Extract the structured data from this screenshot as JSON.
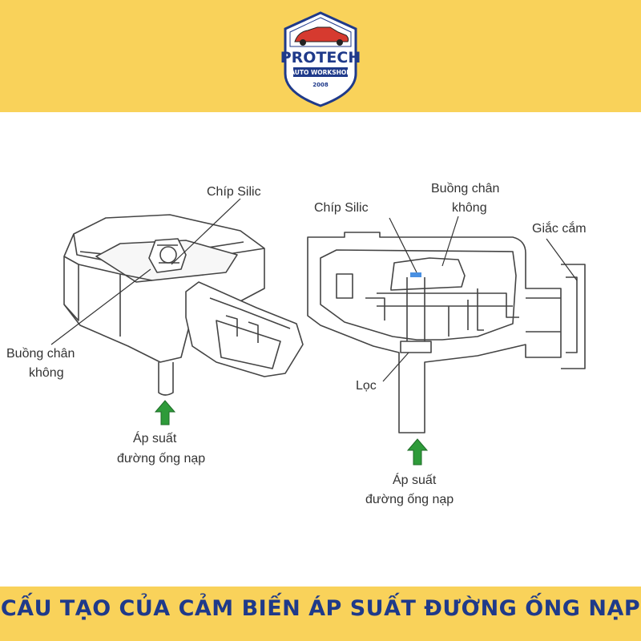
{
  "logo": {
    "title": "PROTECH",
    "subtitle": "AUTO WORKSHOP",
    "year": "2008"
  },
  "left_diagram": {
    "chip_label": "Chíp Silic",
    "chamber_label_line1": "Buồng chân",
    "chamber_label_line2": "không",
    "pressure_label_line1": "Áp suất",
    "pressure_label_line2": "đường ống nạp"
  },
  "right_diagram": {
    "chip_label": "Chíp Silic",
    "chamber_label_line1": "Buồng chân",
    "chamber_label_line2": "không",
    "connector_label": "Giắc cắm",
    "filter_label": "Lọc",
    "pressure_label_line1": "Áp suất",
    "pressure_label_line2": "đường ống nạp"
  },
  "caption": "CẤU TẠO CỦA CẢM BIẾN ÁP SUẤT ĐƯỜNG ỐNG NẠP",
  "colors": {
    "band": "#f9d25a",
    "caption_text": "#1f3a8a",
    "arrow": "#2e9b3a",
    "chip_marker": "#4a90e2"
  }
}
